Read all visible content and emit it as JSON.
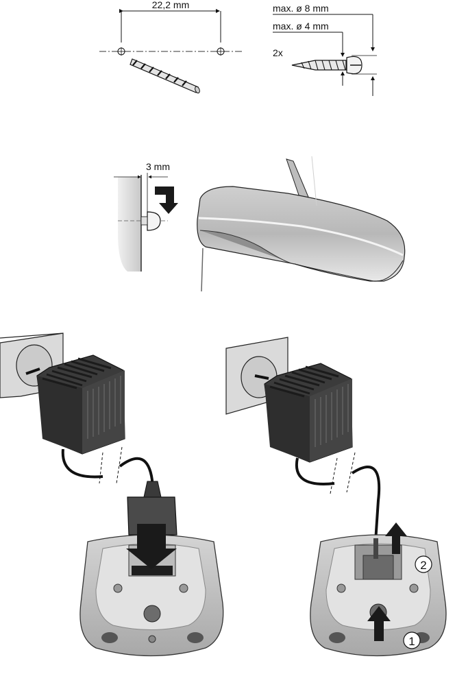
{
  "drill": {
    "spacing_label": "22,2 mm"
  },
  "screw": {
    "head_label": "max. ø 8 mm",
    "shaft_label": "max. ø 4 mm",
    "qty_label": "2x"
  },
  "wall_mount": {
    "gap_label": "3 mm"
  },
  "charger_steps": {
    "step1_label": "1",
    "step2_label": "2"
  },
  "colors": {
    "line": "#111111",
    "adapter_dark": "#4a4a4a",
    "adapter_darker": "#2c2c2c",
    "wall_plate": "#d8d8d8",
    "base_body": "#c8c8c8",
    "base_light": "#e6e6e6",
    "arrow": "#1a1a1a"
  }
}
